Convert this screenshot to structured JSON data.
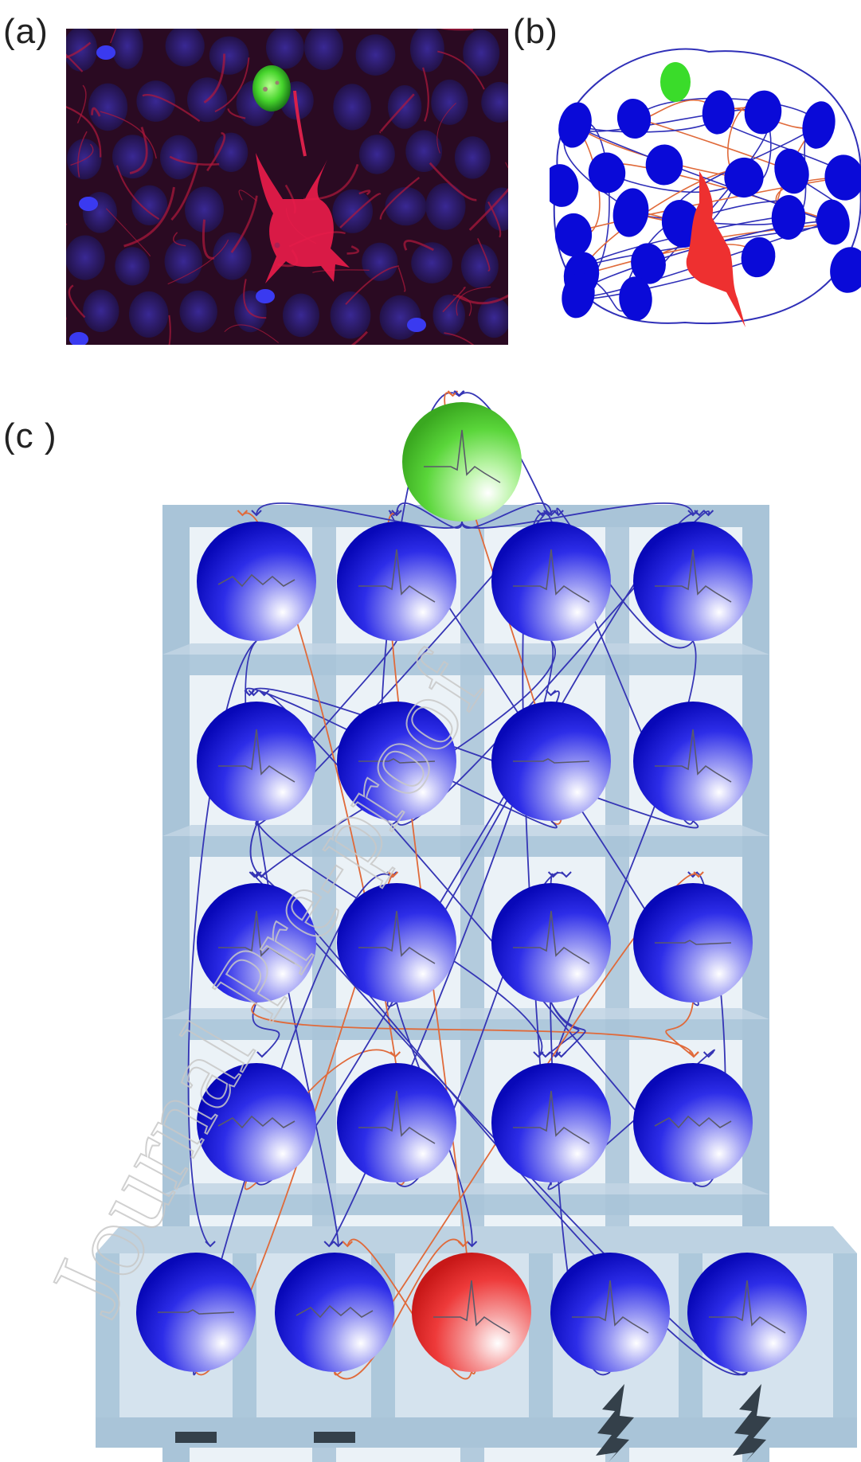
{
  "panels": {
    "a": {
      "label": "(a)"
    },
    "b": {
      "label": "(b)"
    },
    "c": {
      "label": "(c )"
    }
  },
  "watermark": {
    "text": "Journal Pre-proof"
  },
  "colors": {
    "glia_green": "#5ad63a",
    "neuron_blue": "#1010e0",
    "recorded_red": "#e83030",
    "scaffold_blue": "#a9c4d8",
    "connection_blue": "#3535b5",
    "connection_orange": "#e06a3a",
    "background_dark": "#2a0a22"
  },
  "network": {
    "top_cell": {
      "type": "glia",
      "trace": "spike"
    },
    "layers": [
      {
        "cells": [
          {
            "trace": "wavy"
          },
          {
            "trace": "spike"
          },
          {
            "trace": "spike"
          },
          {
            "trace": "spike"
          }
        ]
      },
      {
        "cells": [
          {
            "trace": "spike"
          },
          {
            "trace": "flat"
          },
          {
            "trace": "flat"
          },
          {
            "trace": "spike"
          }
        ]
      },
      {
        "cells": [
          {
            "trace": "spike"
          },
          {
            "trace": "spike"
          },
          {
            "trace": "spike"
          },
          {
            "trace": "flat"
          }
        ]
      },
      {
        "cells": [
          {
            "trace": "wavy"
          },
          {
            "trace": "spike"
          },
          {
            "trace": "spike"
          },
          {
            "trace": "wavy"
          }
        ]
      }
    ],
    "base_cells": [
      {
        "trace": "flat",
        "color": "blue"
      },
      {
        "trace": "wavy",
        "color": "blue"
      },
      {
        "trace": "spike",
        "color": "red"
      },
      {
        "trace": "spike",
        "color": "blue"
      },
      {
        "trace": "spike",
        "color": "blue"
      }
    ],
    "electrodes": [
      {
        "kind": "recording-electrode"
      },
      {
        "kind": "recording-electrode"
      },
      {
        "kind": "stimulation-lightning"
      },
      {
        "kind": "stimulation-lightning"
      }
    ]
  }
}
